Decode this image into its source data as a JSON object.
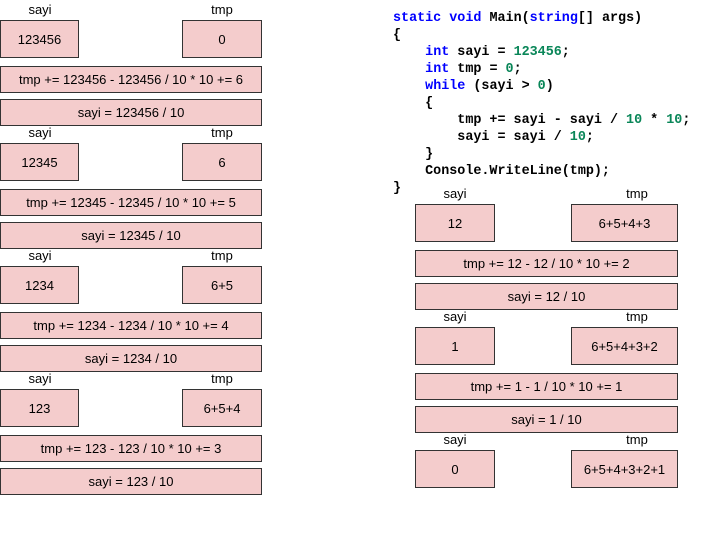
{
  "colors": {
    "box_fill": "#f4cccc",
    "box_border": "#333333",
    "keyword": "#0000ff",
    "number": "#098658",
    "text": "#000000"
  },
  "steps": [
    {
      "var_label": "sayi",
      "tmp_label": "tmp",
      "sayi": "123456",
      "tmp": "0",
      "tmp_update": "tmp += 123456 - 123456 / 10 * 10 += 6",
      "sayi_update": "sayi = 123456 / 10"
    },
    {
      "var_label": "sayi",
      "tmp_label": "tmp",
      "sayi": "12345",
      "tmp": "6",
      "tmp_update": "tmp += 12345 - 12345 / 10 * 10 += 5",
      "sayi_update": "sayi = 12345 / 10"
    },
    {
      "var_label": "sayi",
      "tmp_label": "tmp",
      "sayi": "1234",
      "tmp": "6+5",
      "tmp_update": "tmp += 1234 - 1234 / 10 * 10 += 4",
      "sayi_update": "sayi = 1234 / 10"
    },
    {
      "var_label": "sayi",
      "tmp_label": "tmp",
      "sayi": "123",
      "tmp": "6+5+4",
      "tmp_update": "tmp += 123 - 123 / 10 * 10 += 3",
      "sayi_update": "sayi = 123 / 10"
    },
    {
      "var_label": "sayi",
      "tmp_label": "tmp",
      "sayi": "12",
      "tmp": "6+5+4+3",
      "tmp_update": "tmp += 12 - 12 / 10 * 10 += 2",
      "sayi_update": "sayi = 12 / 10"
    },
    {
      "var_label": "sayi",
      "tmp_label": "tmp",
      "sayi": "1",
      "tmp": "6+5+4+3+2",
      "tmp_update": "tmp += 1 - 1 / 10 * 10 += 1",
      "sayi_update": "sayi = 1 / 10"
    }
  ],
  "final": {
    "var_label": "sayi",
    "tmp_label": "tmp",
    "sayi": "0",
    "tmp": "6+5+4+3+2+1"
  },
  "code": [
    [
      [
        "kw",
        "static"
      ],
      [
        "t",
        " "
      ],
      [
        "kw",
        "void"
      ],
      [
        "t",
        " Main("
      ],
      [
        "kw",
        "string"
      ],
      [
        "t",
        "[] args)"
      ]
    ],
    [
      [
        "t",
        "{"
      ]
    ],
    [
      [
        "t",
        "    "
      ],
      [
        "kw",
        "int"
      ],
      [
        "t",
        " sayi = "
      ],
      [
        "num",
        "123456"
      ],
      [
        "t",
        ";"
      ]
    ],
    [
      [
        "t",
        "    "
      ],
      [
        "kw",
        "int"
      ],
      [
        "t",
        " tmp = "
      ],
      [
        "num",
        "0"
      ],
      [
        "t",
        ";"
      ]
    ],
    [
      [
        "t",
        "    "
      ],
      [
        "kw",
        "while"
      ],
      [
        "t",
        " (sayi > "
      ],
      [
        "num",
        "0"
      ],
      [
        "t",
        ")"
      ]
    ],
    [
      [
        "t",
        "    {"
      ]
    ],
    [
      [
        "t",
        "        tmp += sayi - sayi / "
      ],
      [
        "num",
        "10"
      ],
      [
        "t",
        " * "
      ],
      [
        "num",
        "10"
      ],
      [
        "t",
        ";"
      ]
    ],
    [
      [
        "t",
        "        sayi = sayi / "
      ],
      [
        "num",
        "10"
      ],
      [
        "t",
        ";"
      ]
    ],
    [
      [
        "t",
        "    }"
      ]
    ],
    [
      [
        "t",
        "    Console.WriteLine(tmp);"
      ]
    ],
    [
      [
        "t",
        "}"
      ]
    ]
  ]
}
